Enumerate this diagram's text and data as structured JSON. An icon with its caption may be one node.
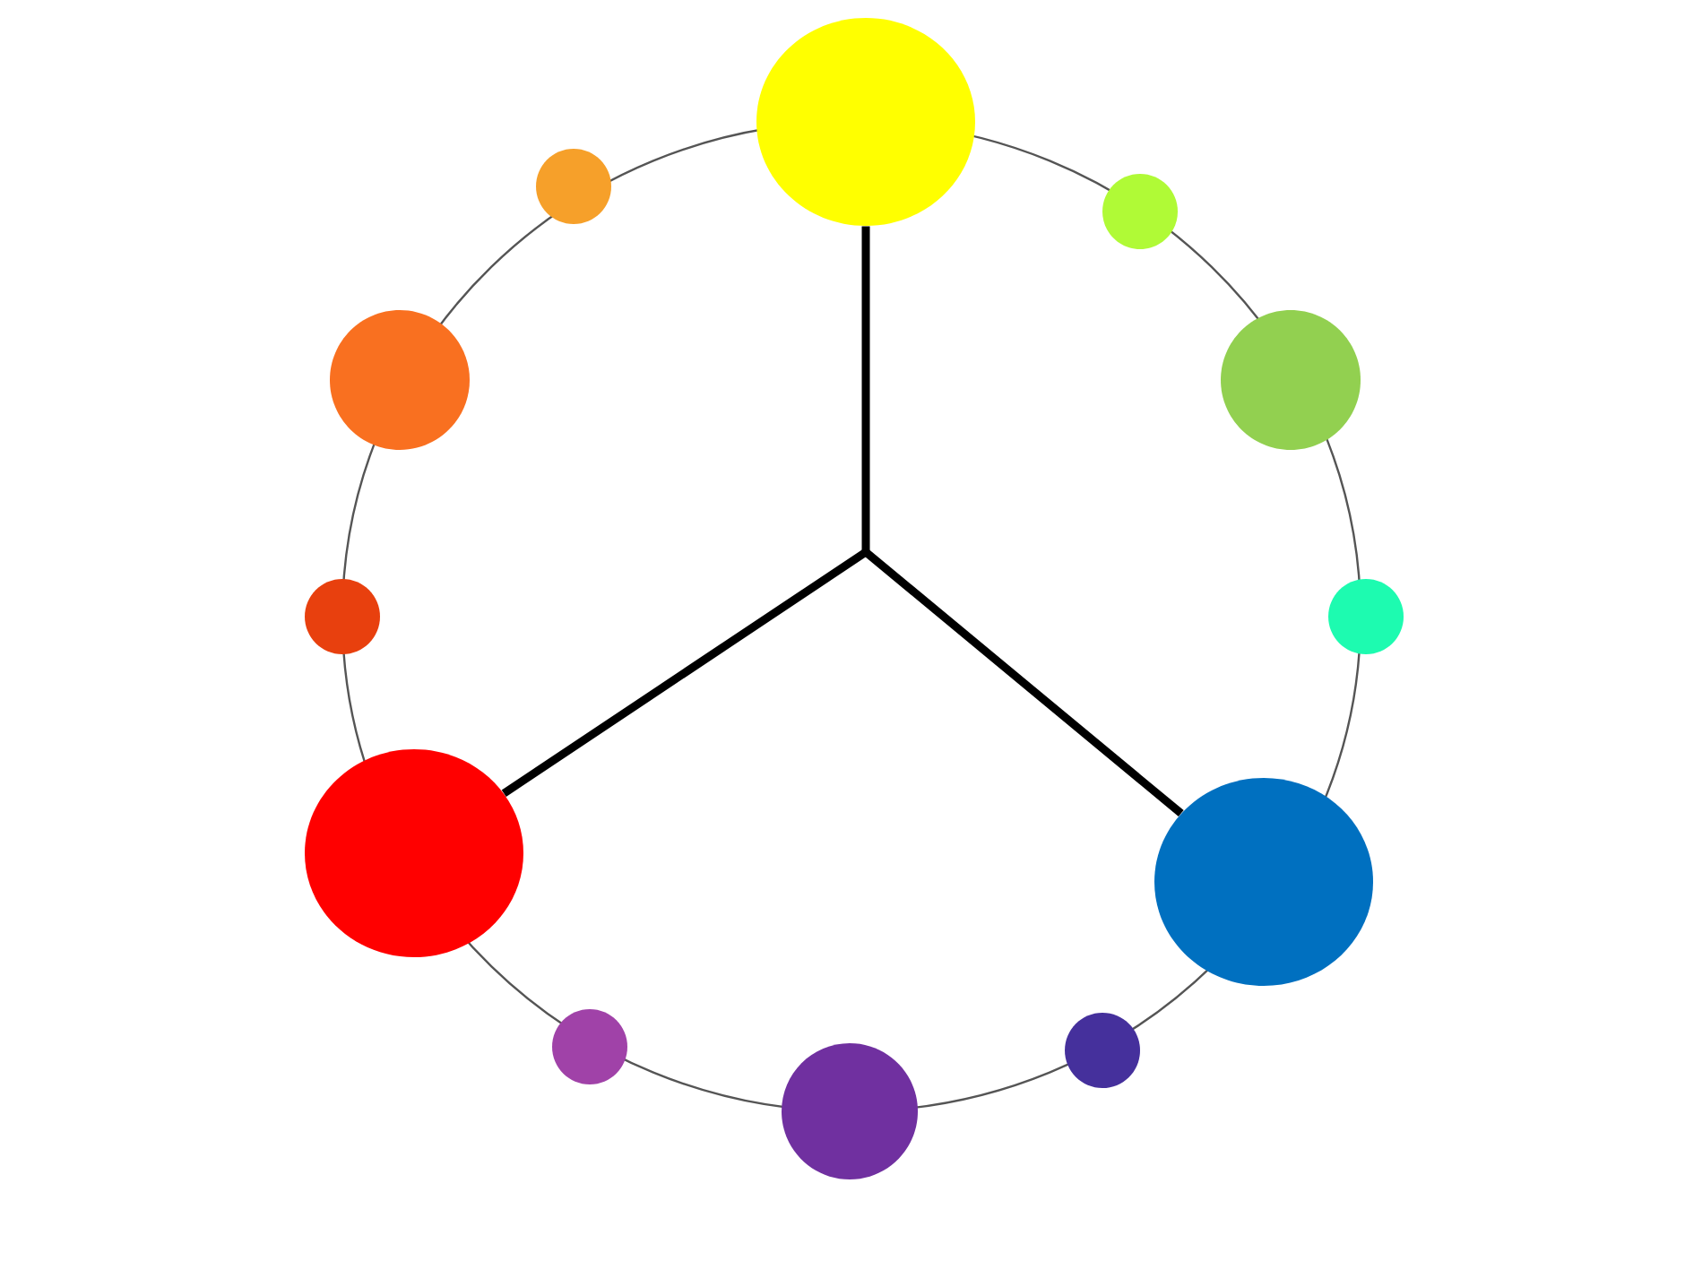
{
  "diagram": {
    "nodes": [
      {
        "text": [],
        "shape": "circle"
      },
      {
        "text": [],
        "shape": "circle"
      },
      {
        "text": [],
        "shape": "circle"
      },
      {
        "text": [],
        "shape": "circle"
      },
      {
        "text": [],
        "shape": "circle"
      },
      {
        "text": [],
        "shape": "circle"
      },
      {
        "text": [],
        "shape": "circle"
      },
      {
        "text": [],
        "shape": "circle"
      },
      {
        "text": [],
        "shape": "circle"
      },
      {
        "text": [],
        "shape": "circle"
      },
      {
        "text": [],
        "shape": "circle"
      },
      {
        "text": [],
        "shape": "circle"
      }
    ],
    "edges": [
      {
        "from": null,
        "to": 0,
        "arrow": "none"
      },
      {
        "from": null,
        "to": 7,
        "arrow": "none"
      },
      {
        "from": null,
        "to": 8,
        "arrow": "none"
      }
    ]
  }
}
